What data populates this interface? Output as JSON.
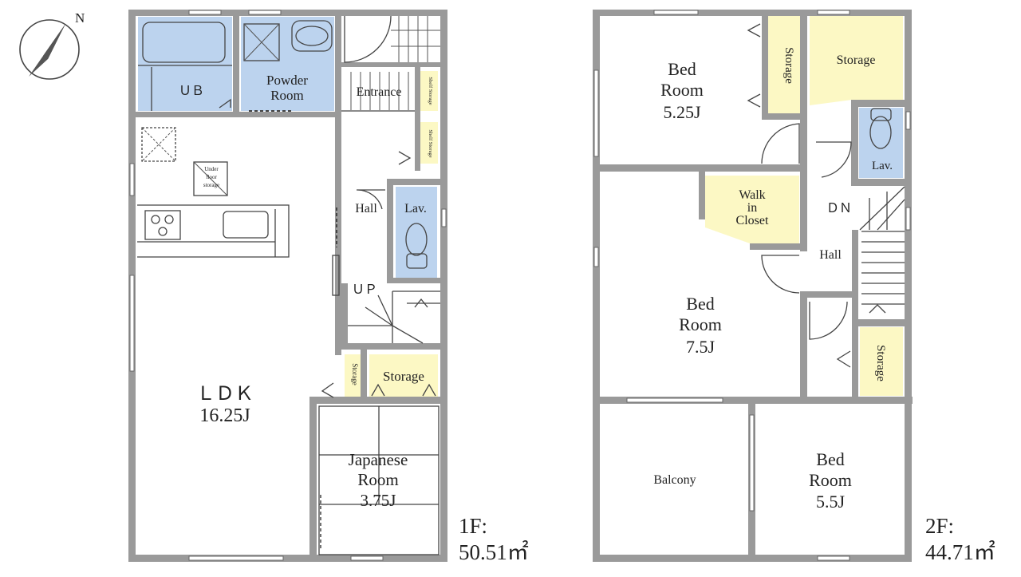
{
  "compass": {
    "north_label": "N"
  },
  "colors": {
    "wet_area": "#bcd3ee",
    "storage": "#fcf8c4",
    "wall": "#9a9a9a",
    "line": "#444444"
  },
  "floor1": {
    "area_floor": "1F:",
    "area_value": "50.51㎡",
    "rooms": {
      "ub": "ＵＢ",
      "powder_1": "Powder",
      "powder_2": "Room",
      "entrance": "Entrance",
      "shelf_storage_1": "Shelf Storage",
      "shelf_storage_2": "Shelf Storage",
      "underfloor_1": "Under",
      "underfloor_2": "floor",
      "underfloor_3": "storage",
      "hall": "Hall",
      "lav": "Lav.",
      "up": "ＵＰ",
      "ldk_name": "ＬＤＫ",
      "ldk_size": "16.25J",
      "storage_small": "Storage",
      "storage": "Storage",
      "japanese_1": "Japanese",
      "japanese_2": "Room",
      "japanese_size": "3.75J"
    }
  },
  "floor2": {
    "area_floor": "2F:",
    "area_value": "44.71㎡",
    "rooms": {
      "bed1_1": "Bed",
      "bed1_2": "Room",
      "bed1_size": "5.25J",
      "storage_v": "Storage",
      "storage_top": "Storage",
      "lav": "Lav.",
      "walk_1": "Walk",
      "walk_2": "in",
      "walk_3": "Closet",
      "dn": "ＤＮ",
      "hall": "Hall",
      "bed2_1": "Bed",
      "bed2_2": "Room",
      "bed2_size": "7.5J",
      "storage_right": "Storage",
      "balcony": "Balcony",
      "bed3_1": "Bed",
      "bed3_2": "Room",
      "bed3_size": "5.5J"
    }
  }
}
